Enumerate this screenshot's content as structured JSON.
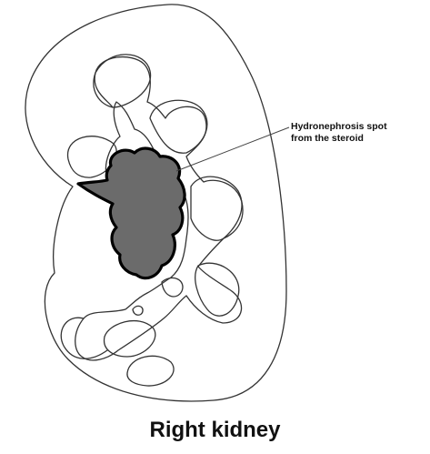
{
  "diagram": {
    "annotation": {
      "line1": "Hydronephrosis spot",
      "line2": "from the steroid"
    },
    "caption": "Right kidney",
    "colors": {
      "outline": "#333333",
      "spot_fill": "#6b6b6b",
      "spot_border": "#000000",
      "background": "#ffffff"
    }
  }
}
